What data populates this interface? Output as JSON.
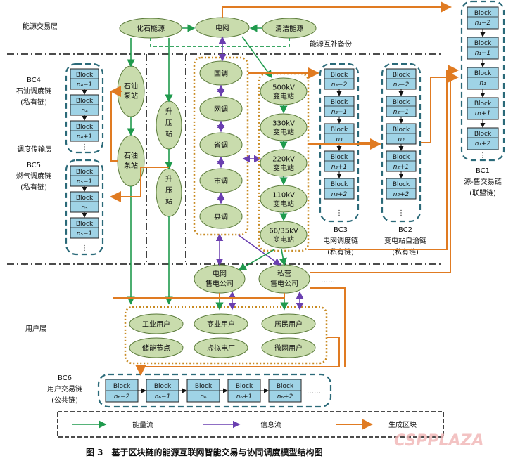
{
  "layers": {
    "energy_trading": "能源交易层",
    "dispatch_transmission": "调度传输层",
    "user": "用户层"
  },
  "energy_sources": {
    "fossil": "化石能源",
    "grid": "电网",
    "clean": "清洁能源",
    "complementary_backup": "能源互补备份"
  },
  "pump_station": "石油\n泵站",
  "boost_station": "升\n压\n站",
  "dispatch": [
    "国调",
    "网调",
    "省调",
    "市调",
    "县调"
  ],
  "substations": [
    "500kV\n变电站",
    "330kV\n变电站",
    "220kV\n变电站",
    "110kV\n变电站",
    "66/35kV\n变电站"
  ],
  "retail": {
    "grid_company": "电网\n售电公司",
    "private_company": "私营\n售电公司",
    "ellipsis": "……"
  },
  "users": [
    "工业用户",
    "商业用户",
    "居民用户",
    "储能节点",
    "虚拟电厂",
    "微网用户"
  ],
  "chains": {
    "bc4": {
      "id": "BC4",
      "name": "石油调度链",
      "type": "(私有链)",
      "blocks": [
        "n₄−1",
        "n₄",
        "n₄+1"
      ]
    },
    "bc5": {
      "id": "BC5",
      "name": "燃气调度链",
      "type": "(私有链)",
      "blocks": [
        "n₅−1",
        "n₅",
        "n₅−1"
      ]
    },
    "bc3": {
      "id": "BC3",
      "name": "电网调度链",
      "type": "(私有链)",
      "blocks": [
        "n₃−2",
        "n₃−1",
        "n₃",
        "n₃+1",
        "n₃+2"
      ]
    },
    "bc2": {
      "id": "BC2",
      "name": "变电站自治链",
      "type": "(私有链)",
      "blocks": [
        "n₂−2",
        "n₂−1",
        "n₂",
        "n₂+1",
        "n₂+2"
      ]
    },
    "bc1": {
      "id": "BC1",
      "name": "源-售交易链",
      "type": "(联盟链)",
      "blocks": [
        "n₁−2",
        "n₁−1",
        "n₁",
        "n₁+1",
        "n₁+2"
      ]
    },
    "bc6": {
      "id": "BC6",
      "name": "用户交易链",
      "type": "(公共链)",
      "blocks": [
        "n₆−2",
        "n₆−1",
        "n₆",
        "n₆+1",
        "n₆+2"
      ]
    }
  },
  "block_word": "Block",
  "dots_v": "⋮",
  "dots_h": "……",
  "legend": {
    "energy_flow": "能量流",
    "info_flow": "信息流",
    "block_gen": "生成区块"
  },
  "caption": "图 3　基于区块链的能源互联网智能交易与协同调度模型结构图",
  "watermark": "CSPPLAZA",
  "colors": {
    "energy": "#1f9a4d",
    "info": "#6a3fb0",
    "block": "#e07b22",
    "oval": "#c9dcad",
    "block_fill": "#9fd3e6"
  }
}
